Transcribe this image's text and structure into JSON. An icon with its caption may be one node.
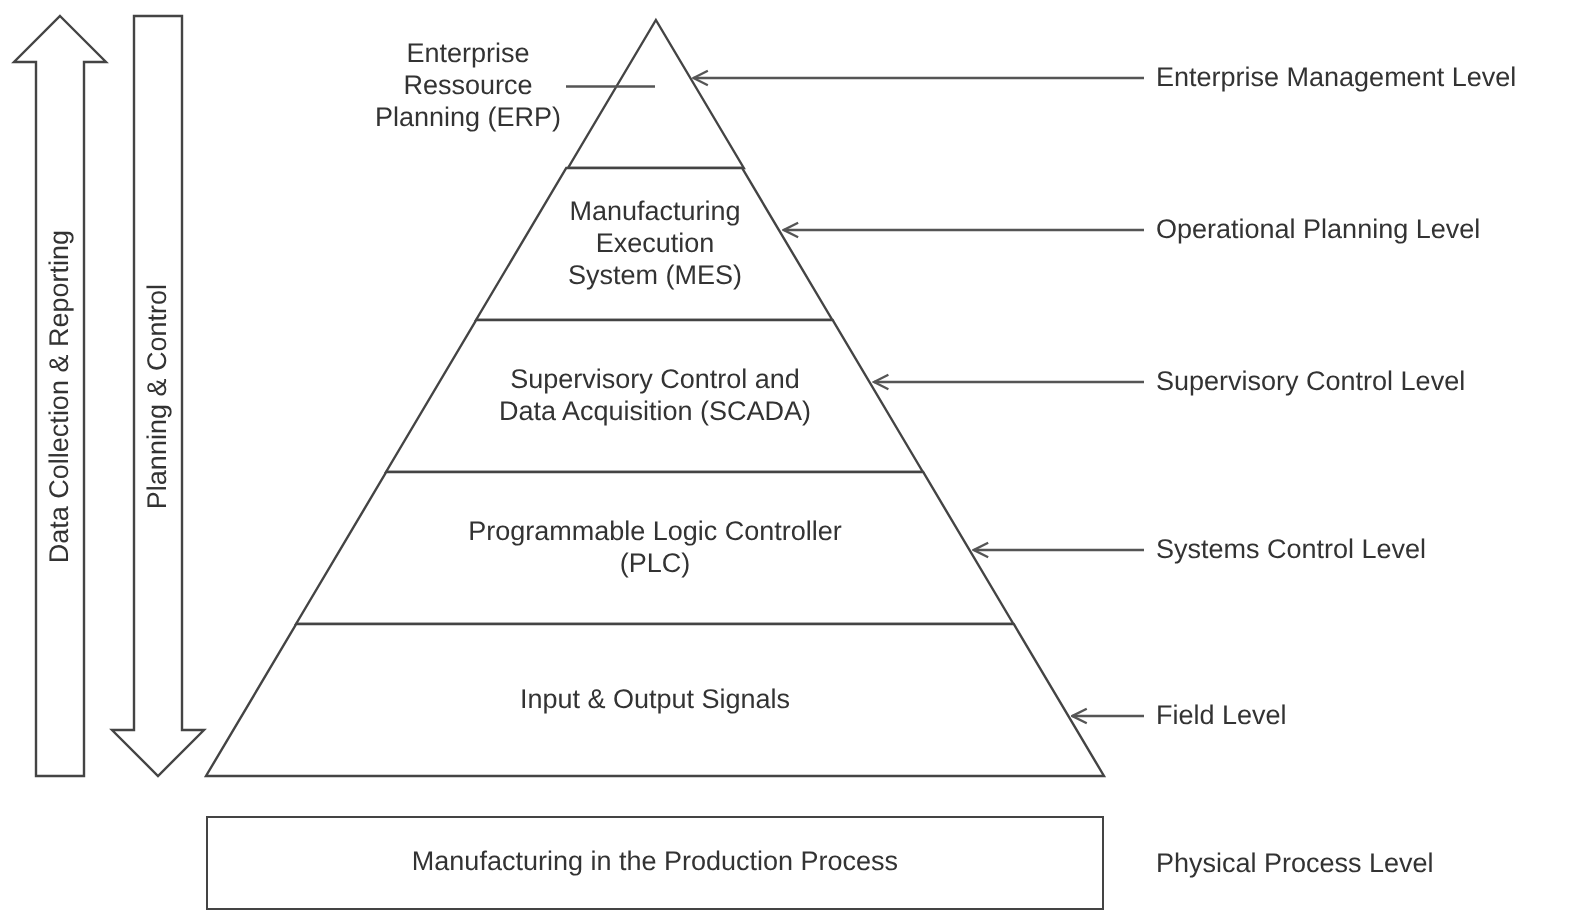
{
  "diagram": {
    "nodes": [
      {
        "text": [
          "Data Collection & Reporting"
        ]
      },
      {
        "text": [
          "Planning & Control"
        ]
      },
      {
        "text": [
          "Enterprise Ressource Planning (ERP)"
        ]
      },
      {
        "text": [],
        "shape": "triangle"
      },
      {
        "text": [
          "Manufacturing Execution System (MES)"
        ]
      },
      {
        "text": [
          "Supervisory Control and Data Acquisition (SCADA)"
        ]
      },
      {
        "text": [
          "Programmable Logic Controller (PLC)"
        ]
      },
      {
        "text": [
          "Input & Output Signals"
        ]
      },
      {
        "text": [
          "Manufacturing in the Production Process"
        ],
        "beside": [
          "Physical Process Level"
        ]
      },
      {
        "text": [
          "Enterprise Management Level"
        ]
      },
      {
        "text": [
          "Operational Planning Level"
        ]
      },
      {
        "text": [
          "Supervisory Control Level"
        ]
      },
      {
        "text": [
          "Systems Control Level"
        ]
      },
      {
        "text": [
          "Field Level"
        ]
      }
    ],
    "edges": [
      {
        "from": 2,
        "to": 3,
        "arrow": "none"
      },
      {
        "from": 9,
        "to": 3,
        "arrow": "to"
      },
      {
        "from": 10,
        "to": 4,
        "arrow": "to"
      },
      {
        "from": 11,
        "to": 5,
        "arrow": "to"
      },
      {
        "from": 12,
        "to": 6,
        "arrow": "to"
      },
      {
        "from": 13,
        "to": 7,
        "arrow": "to"
      }
    ]
  }
}
